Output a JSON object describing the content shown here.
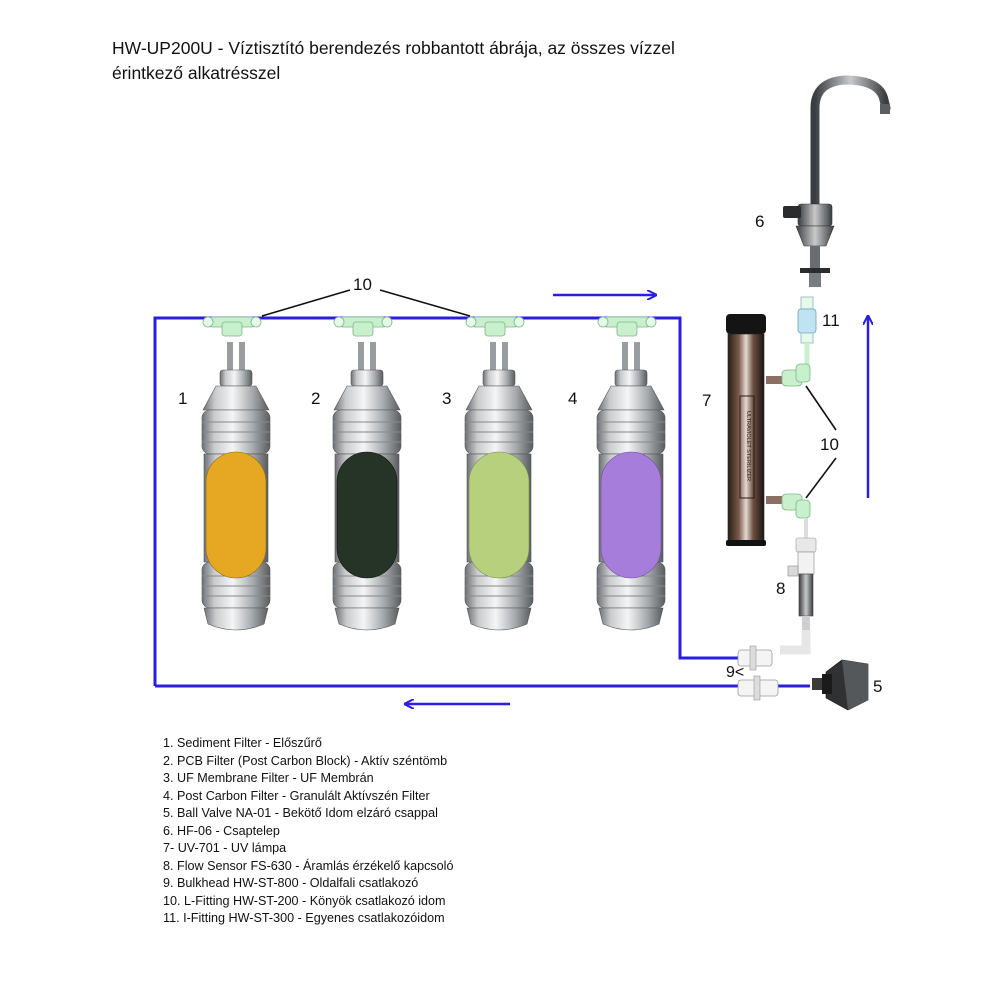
{
  "title": "HW-UP200U - Víztisztító berendezés robbantott ábrája, az összes vízzel érintkező alkatrésszel",
  "callouts": {
    "c1": "1",
    "c2": "2",
    "c3": "3",
    "c4": "4",
    "c5": "5",
    "c6": "6",
    "c7": "7",
    "c8": "8",
    "c9": "9<",
    "c10a": "10",
    "c10b": "10",
    "c11": "11"
  },
  "uv_lamp_label": "ULTRAVIOLET STERILIZER",
  "colors": {
    "flow_line": "#2a1fe0",
    "filter_1": "#e6a722",
    "filter_2": "#263428",
    "filter_3": "#b7d07e",
    "filter_4": "#a67ddb",
    "fitting": "#c8f0cc"
  },
  "legend": [
    "1. Sediment Filter - Előszűrő",
    "2. PCB Filter (Post Carbon Block) - Aktív széntömb",
    "3. UF Membrane Filter - UF Membrán",
    "4. Post Carbon Filter - Granulált Aktívszén Filter",
    "5. Ball Valve NA-01 - Bekötő Idom elzáró csappal",
    "6. HF-06 - Csaptelep",
    "7- UV-701 - UV lámpa",
    "8. Flow Sensor FS-630 - Áramlás érzékelő kapcsoló",
    "9. Bulkhead HW-ST-800 - Oldalfali csatlakozó",
    "10. L-Fitting HW-ST-200 - Könyök csatlakozó idom",
    "11. I-Fitting HW-ST-300 - Egyenes csatlakozóidom"
  ]
}
